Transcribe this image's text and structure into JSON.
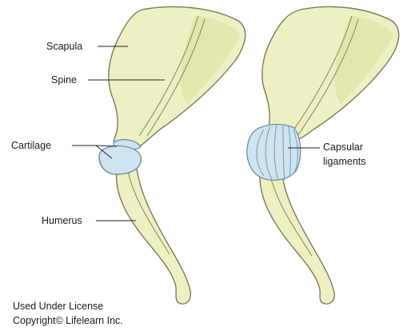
{
  "labels": {
    "scapula": "Scapula",
    "spine": "Spine",
    "cartilage": "Cartilage",
    "humerus": "Humerus",
    "capsular_line1": "Capsular",
    "capsular_line2": "ligaments"
  },
  "credit": {
    "line1": "Used Under License",
    "line2": "Copyright© Lifelearn Inc."
  },
  "colors": {
    "bone": "#eef0c4",
    "cartilage": "#cfe4f0",
    "outline": "#7d7a55"
  }
}
